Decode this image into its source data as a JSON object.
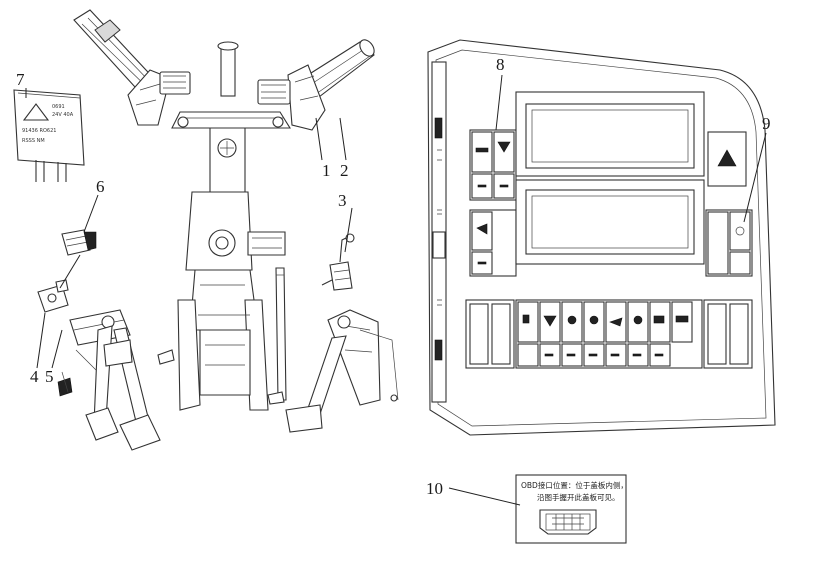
{
  "callouts": {
    "c1": "1",
    "c2": "2",
    "c3": "3",
    "c4": "4",
    "c5": "5",
    "c6": "6",
    "c7": "7",
    "c8": "8",
    "c9": "9",
    "c10": "10"
  },
  "relay_label": {
    "line1": "0691",
    "line2": "24V 40A",
    "line3": "91436 RO621",
    "line4": "RSSS NM"
  },
  "obd_note": {
    "line1": "OBD接口位置：位于盖板内侧，",
    "line2": "沿图手握开此盖板可见。"
  },
  "switch_icons": [
    "fog-lamp-icon",
    "rear-fog-icon",
    "lamp-icon",
    "seat-heat-icon",
    "defrost-icon",
    "sun-icon",
    "fan-icon",
    "wiper-icon",
    "b-icon",
    "light-icon",
    "hazard-icon",
    "power-icon"
  ]
}
